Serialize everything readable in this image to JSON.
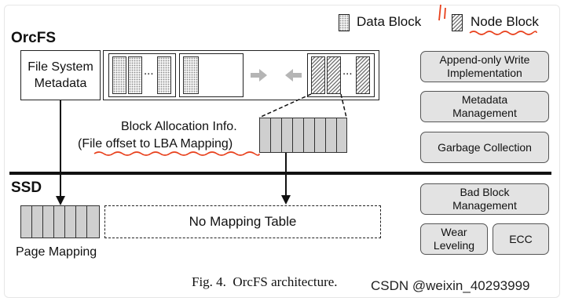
{
  "legend": {
    "data_block": "Data Block",
    "node_block": "Node Block"
  },
  "orcfs": {
    "title": "OrcFS",
    "fs_metadata": "File System\nMetadata",
    "block_alloc_line1": "Block Allocation Info.",
    "block_alloc_line2": "(File offset to LBA Mapping)"
  },
  "right_panel_top": {
    "append_only": "Append-only Write\nImplementation",
    "metadata_mgmt": "Metadata\nManagement",
    "garbage_collection": "Garbage Collection"
  },
  "ssd": {
    "title": "SSD",
    "page_mapping": "Page Mapping",
    "no_mapping_table": "No Mapping Table"
  },
  "right_panel_bottom": {
    "bad_block": "Bad Block\nManagement",
    "wear_leveling": "Wear\nLeveling",
    "ecc": "ECC"
  },
  "ellipsis": "...",
  "caption": "Fig. 4.  OrcFS architecture.",
  "watermark": "CSDN @weixin_40293999",
  "colors": {
    "panel_fill": "#e3e3e3",
    "cell_fill": "#cfcfcf",
    "annotation_red": "#e8401c",
    "arrow_gray": "#b5b5b5",
    "line": "#111111"
  }
}
